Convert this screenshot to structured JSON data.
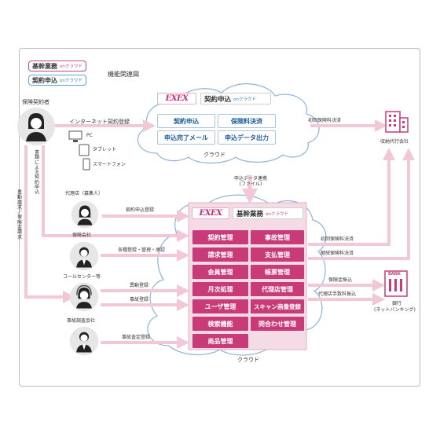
{
  "legend": {
    "item1_text": "基幹業務",
    "item1_suffix": "onクラウド",
    "item2_text": "契約申込",
    "item2_suffix": "onクラウド",
    "diagram_title": "機能関連図"
  },
  "actors": {
    "policyholder": "保険契約者",
    "agency": "代理店（募集人）",
    "insurer": "保険会社",
    "callcenter": "コールセンター等",
    "investigator": "事故調査会社",
    "collection": "収納代行会社",
    "bank_line1": "銀行",
    "bank_line2": "(ネットバンキング)",
    "bank_sign": "BANK"
  },
  "devices": {
    "pc": "PC",
    "tablet": "タブレット",
    "smartphone": "スマートフォン"
  },
  "flows": {
    "internet_contract": "インターネット契約登録",
    "paper_contract": "書類による契約申込",
    "change_request": "異動請求／保険金請求",
    "agency_contract": "契約申込登録",
    "insurer_reg": "各種登録・管理・承認",
    "change_reg": "異動登録",
    "accident_reg": "事故登録",
    "accident_assess": "事故査定登録",
    "data_link_line1": "申込データ連携",
    "data_link_line2": "(ファイル)",
    "first_premium_top": "初回保険料決済",
    "first_premium": "初回保険料決済",
    "continuing_premium": "継続保険料決済",
    "claim_transfer": "保険金振込",
    "agency_fee_transfer": "代理店手数料振込"
  },
  "cloud_top": {
    "logo": "EXEX",
    "header": "契約申込",
    "header_suffix": "onクラウド",
    "functions": [
      "契約申込",
      "保険料決済",
      "申込完了メール",
      "申込データ出力"
    ],
    "caption": "クラウド"
  },
  "cloud_bottom": {
    "logo": "EXEX",
    "header": "基幹業務",
    "header_suffix": "onクラウド",
    "functions": [
      "契約管理",
      "事故管理",
      "請求管理",
      "支払管理",
      "会員管理",
      "帳票管理",
      "月次処理",
      "代理店管理",
      "ユーザ管理",
      "スキャン画像登録",
      "検索機能",
      "問合わせ管理",
      "商品管理"
    ],
    "caption": "クラウド"
  },
  "colors": {
    "accent_pink": "#c93a78",
    "arrow_pink": "#f2c7d6",
    "cloud_outline": "#8fb3d9",
    "panel_bg": "#f4dbe6"
  }
}
